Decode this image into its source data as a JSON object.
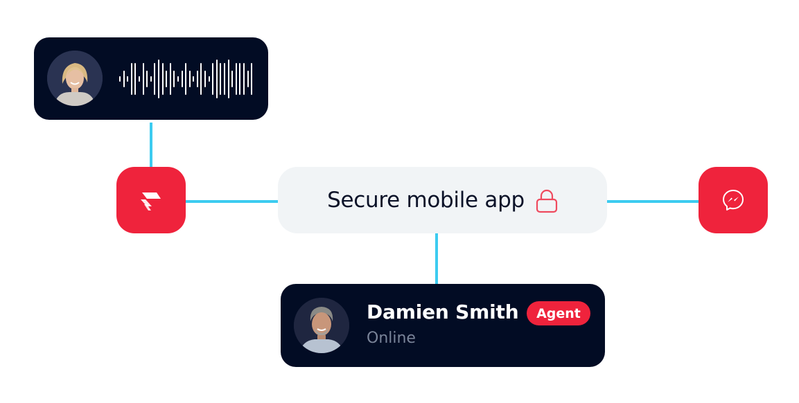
{
  "colors": {
    "connector": "#3ccbf0",
    "card_dark": "#020c24",
    "accent_red": "#ef233c",
    "pill_bg": "#f1f4f6",
    "text_dark": "#0b1228",
    "status_gray": "#7a8499"
  },
  "voice_card": {
    "avatar": "woman-avatar",
    "icon": "audio-waveform-icon",
    "waveform_heights": [
      8,
      24,
      8,
      46,
      46,
      8,
      46,
      24,
      8,
      46,
      56,
      46,
      24,
      46,
      24,
      8,
      24,
      46,
      24,
      8,
      24,
      46,
      24,
      8,
      46,
      56,
      46,
      46,
      56,
      24,
      46,
      46,
      46,
      24,
      46
    ]
  },
  "channels": {
    "left_icon": "brand-logo-icon",
    "right_icon": "messenger-icon"
  },
  "secure_app": {
    "label": "Secure mobile app",
    "icon": "lock-icon"
  },
  "agent_card": {
    "name": "Damien Smith",
    "status": "Online",
    "badge": "Agent",
    "avatar": "man-avatar"
  }
}
